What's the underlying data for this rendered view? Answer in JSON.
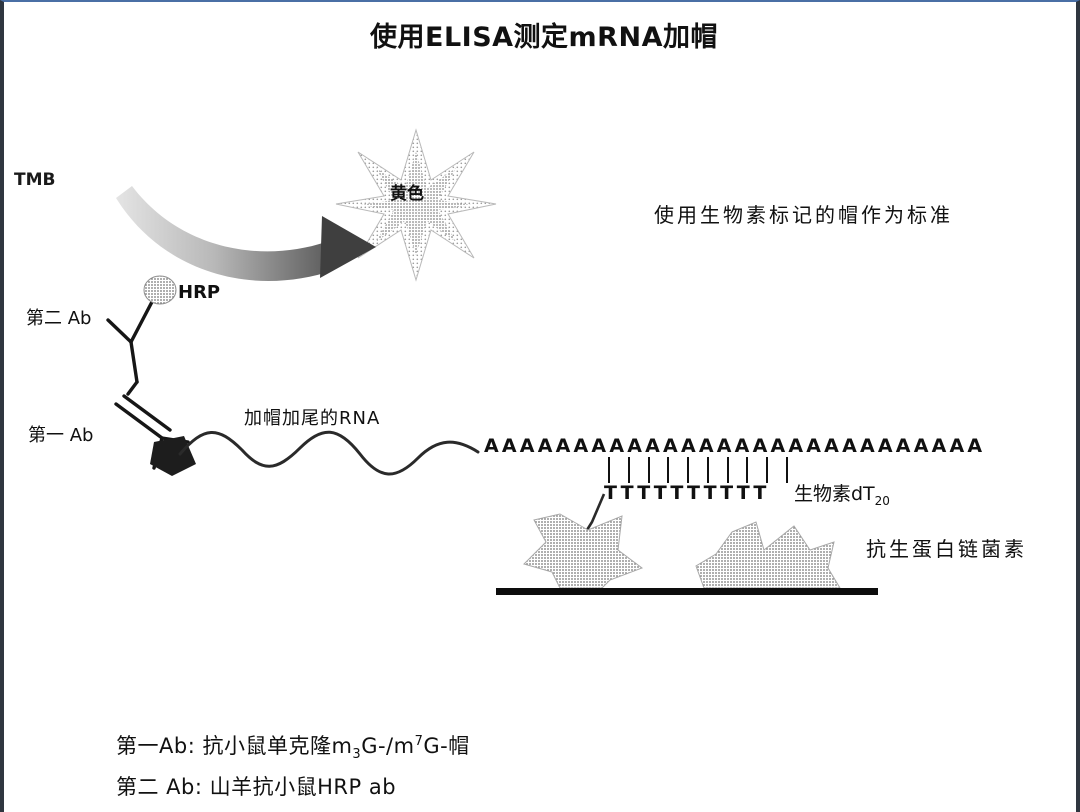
{
  "page": {
    "title": "使用ELISA测定mRNA加帽",
    "background": "#ffffff",
    "border_color": "#2f3640"
  },
  "diagram": {
    "type": "elisa-assay-schematic",
    "labels": {
      "tmb": "TMB",
      "hrp": "HRP",
      "secondary_ab": "第二 Ab",
      "primary_ab": "第一 Ab",
      "yellow_product": "黄色",
      "standard_note": "使用生物素标记的帽作为标准",
      "rna": "加帽加尾的RNA",
      "streptavidin": "抗生蛋白链菌素",
      "biotin_dt": "生物素dT",
      "biotin_dt_subscript": "20"
    },
    "sequences": {
      "poly_a": "AAAAAAAAAAAAAAAAAAAAAAAAAAAA",
      "poly_t": "TTTTTTTTTT",
      "base_pair_bonds": 10
    },
    "shapes": {
      "arrow_label": "reaction-arrow",
      "starburst_points": 8,
      "streptavidin_count": 2,
      "plate_color": "#0d0d0d",
      "shape_fill": "#9a9a9a"
    }
  },
  "legend": {
    "lines": [
      {
        "prefix": "第一Ab: 抗小鼠单克隆m",
        "sub1": "3",
        "mid": "G-/m",
        "sup1": "7",
        "suffix": "G-帽"
      },
      {
        "text": "第二 Ab: 山羊抗小鼠HRP ab"
      }
    ]
  }
}
